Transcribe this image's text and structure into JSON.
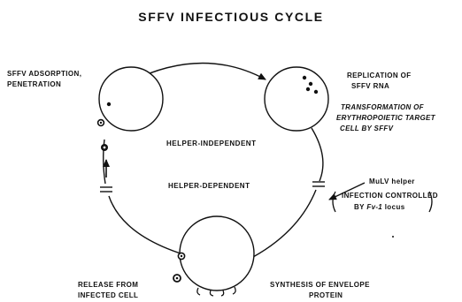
{
  "title": "SFFV INFECTIOUS CYCLE",
  "stages": {
    "adsorption": [
      "SFFV ADSORPTION,",
      "PENETRATION"
    ],
    "replication": [
      "REPLICATION OF",
      "SFFV RNA"
    ],
    "transformation": [
      "TRANSFORMATION OF",
      "ERYTHROPOIETIC TARGET",
      "CELL BY SFFV"
    ],
    "synthesis": [
      "SYNTHESIS OF ENVELOPE",
      "PROTEIN"
    ],
    "release": [
      "RELEASE FROM",
      "INFECTED CELL"
    ]
  },
  "phases": {
    "independent": "HELPER-INDEPENDENT",
    "dependent": "HELPER-DEPENDENT"
  },
  "helper_note": {
    "line1": "MuLV helper",
    "line2": "INFECTION CONTROLLED",
    "line3_prefix": "BY",
    "line3_locus": "Fv-1",
    "line3_suffix": "locus"
  },
  "colors": {
    "ink": "#111111",
    "background": "#ffffff"
  }
}
